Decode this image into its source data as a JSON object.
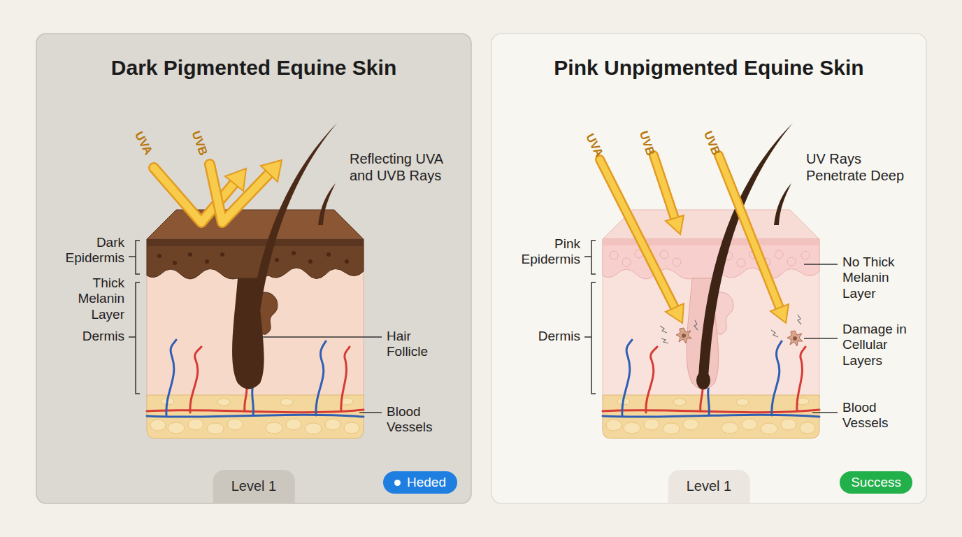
{
  "diagram": {
    "nodes": [
      {
        "text": [
          "Dark Pigmented Equine Skin"
        ]
      },
      {
        "text": [
          "Level 1"
        ],
        "in": 0
      },
      {
        "text": [
          "Heded"
        ],
        "in": 0
      },
      {
        "text": [
          "Pink Unpigmented Equine Skin"
        ]
      },
      {
        "text": [
          "Level 1"
        ],
        "in": 3
      },
      {
        "text": [
          "Success"
        ],
        "in": 3
      }
    ],
    "labels": [
      "UVA",
      "UVB",
      "Reflecting UVA and UVB Rays",
      "Dark Epidermis",
      "Thick Melanin Layer",
      "Dermis",
      "Hair Follicle",
      "Blood Vessels",
      "UVA",
      "UVB",
      "UVB",
      "UV Rays Penetrate Deep",
      "Pink Epidermis",
      "No Thick Melanin Layer",
      "Dermis",
      "Damage in Cellular Layers",
      "Blood Vessels"
    ]
  }
}
